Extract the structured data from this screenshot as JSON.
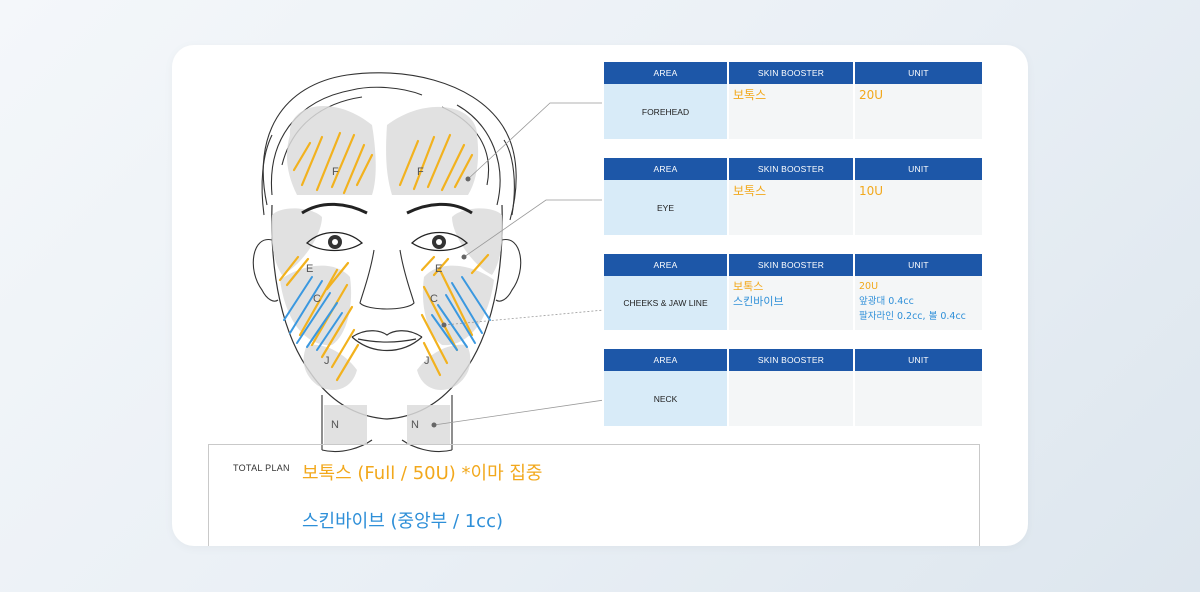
{
  "headers": {
    "area": "AREA",
    "booster": "SKIN BOOSTER",
    "unit": "UNIT"
  },
  "face_labels": {
    "forehead": "F",
    "eye": "E",
    "cheek": "C",
    "jaw": "J",
    "neck": "N"
  },
  "rows": [
    {
      "area": "FOREHEAD",
      "booster": [
        "보톡스"
      ],
      "unit": [
        "20U"
      ]
    },
    {
      "area": "EYE",
      "booster": [
        "보톡스"
      ],
      "unit": [
        "10U"
      ]
    },
    {
      "area": "CHEEKS & JAW LINE",
      "booster": [
        "보톡스",
        "스킨바이브"
      ],
      "unit": [
        "20U",
        "앞광대 0.4cc",
        "팔자라인 0.2cc, 볼 0.4cc"
      ]
    },
    {
      "area": "NECK",
      "booster": [],
      "unit": []
    }
  ],
  "total_plan": {
    "label": "TOTAL PLAN",
    "line1": "보톡스 (Full / 50U) *이마 집중",
    "line2": "스킨바이브 (중앙부 / 1cc)"
  },
  "colors": {
    "header_blue": "#1d57a8",
    "area_cell": "#d8ebf8",
    "orange_ink": "#f2a81c",
    "blue_ink": "#2e8fd8"
  }
}
